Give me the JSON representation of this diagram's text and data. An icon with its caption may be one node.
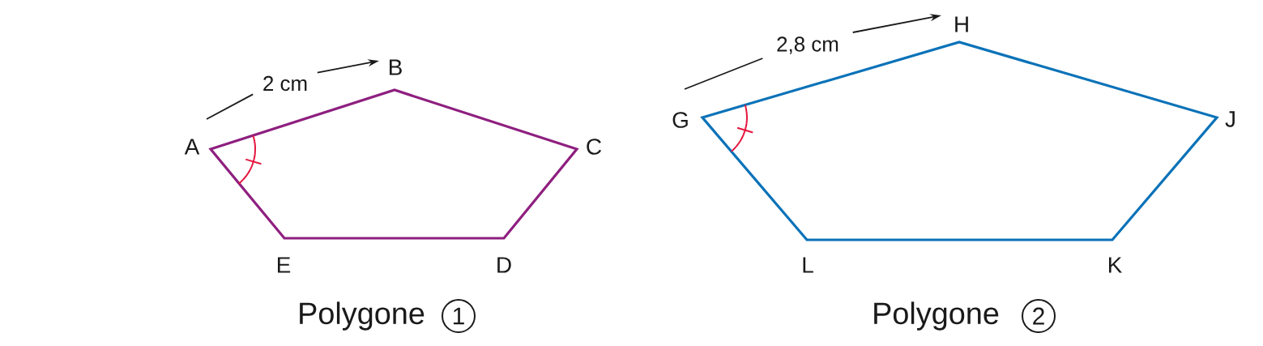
{
  "diagram": {
    "labels": [
      "2 cm",
      "B",
      "A",
      "C",
      "E",
      "D",
      "Polygone",
      "1",
      "2,8 cm",
      "H",
      "G",
      "J",
      "L",
      "K",
      "Polygone",
      "2"
    ]
  }
}
